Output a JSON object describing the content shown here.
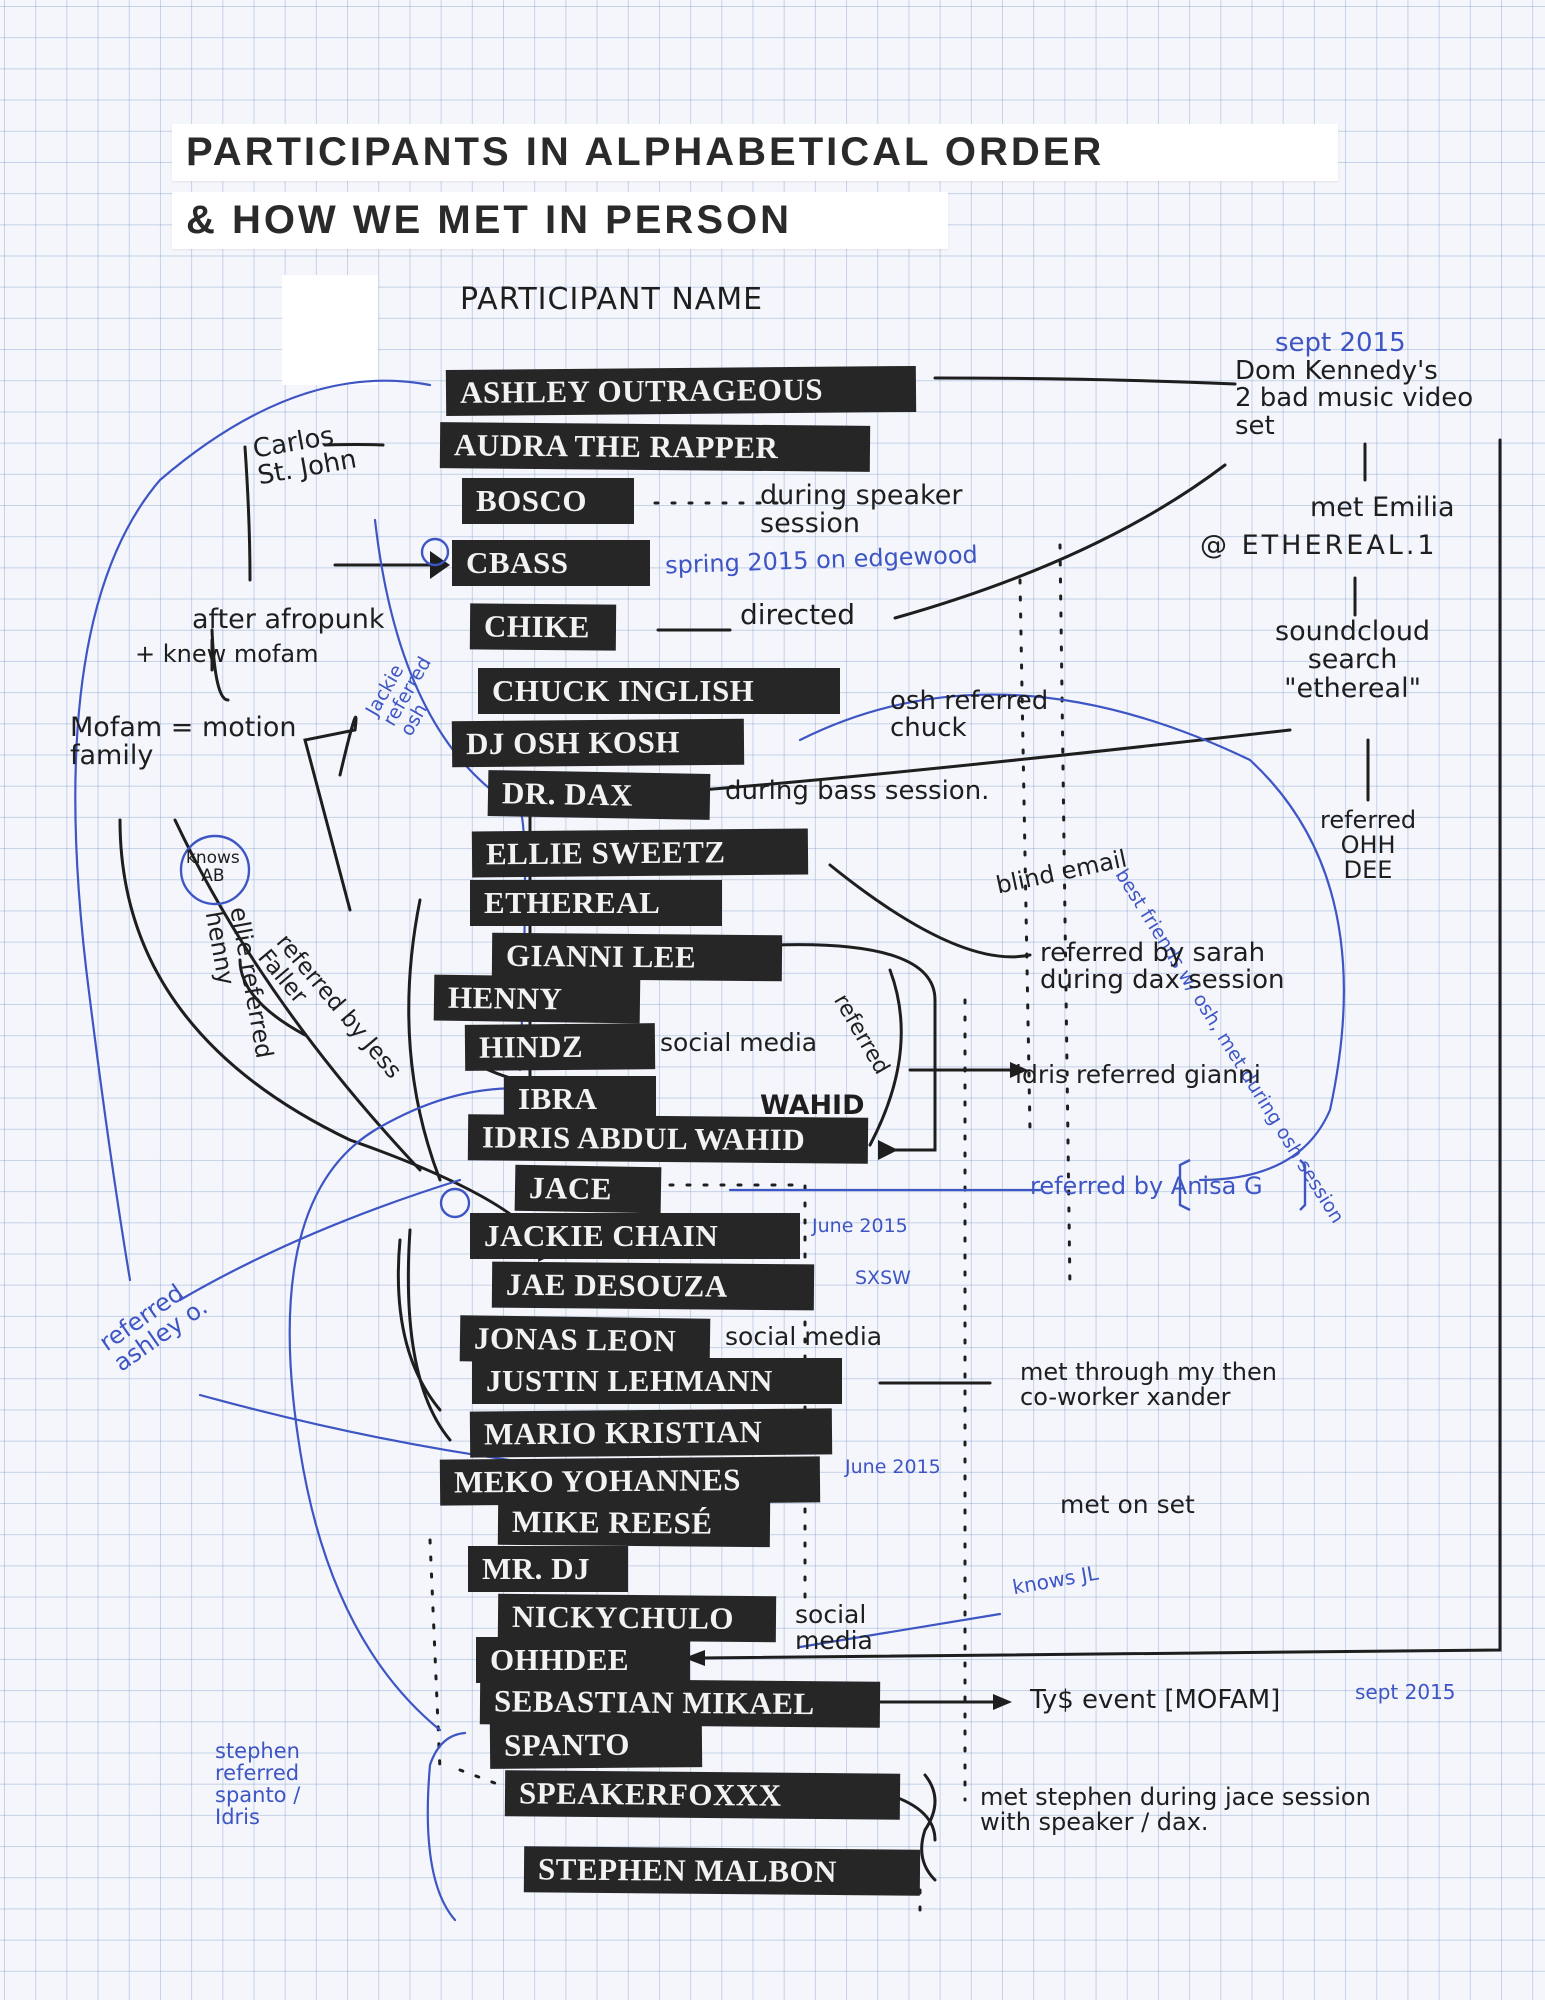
{
  "title": {
    "line1": "PARTICIPANTS IN ALPHABETICAL ORDER",
    "line2": "& HOW WE MET IN PERSON"
  },
  "column_header": "PARTICIPANT NAME",
  "participants": [
    "ASHLEY OUTRAGEOUS",
    "AUDRA THE RAPPER",
    "BOSCO",
    "CBASS",
    "CHIKE",
    "CHUCK INGLISH",
    "DJ OSH KOSH",
    "DR. DAX",
    "ELLIE SWEETZ",
    "ETHEREAL",
    "GIANNI LEE",
    "HENNY",
    "HINDZ",
    "IBRA",
    "IDRIS ABDUL WAHID",
    "JACE",
    "JACKIE CHAIN",
    "JAE DESOUZA",
    "JONAS LEON",
    "JUSTIN LEHMANN",
    "MARIO KRISTIAN",
    "MEKO YOHANNES",
    "MIKE REESÉ",
    "MR. DJ",
    "NICKYCHULO",
    "OHHDEE",
    "SEBASTIAN MIKAEL",
    "SPANTO",
    "SPEAKERFOXXX",
    "STEPHEN MALBON"
  ],
  "annotations": {
    "sept2015_top": "sept 2015",
    "dom_kennedy": "Dom Kennedy's\n2 bad music video\nset",
    "carlos": "Carlos\nSt. John",
    "during_speaker": "during speaker\nsession",
    "spring2015": "spring 2015 on edgewood",
    "met_emilia": "met Emilia",
    "at_ethereal": "@ ETHEREAL.1",
    "after_afropunk": "after afropunk",
    "knew_mofam": "+ knew mofam",
    "directed": "directed",
    "soundcloud": "soundcloud\nsearch\n\"ethereal\"",
    "jackie_referred": "Jackie\nreferred\nosh",
    "mofam": "Mofam = motion\nfamily",
    "osh_referred": "osh referred\nchuck",
    "best_friends": "best friends w/ osh, met during osh session",
    "during_bass": "during bass session.",
    "referred_ohh": "referred\nOHH\nDEE",
    "knows_ab": "knows\nAB",
    "blind_email": "blind email",
    "ellie_referred": "ellie referred\nhenny",
    "referred_jess": "referred by Jess\nFaller",
    "referred_by_sarah": "referred by sarah\nduring dax session",
    "referred": "referred",
    "social_media_hindz": "social media",
    "idris_referred": "idris referred gianni",
    "wahid": "WAHID",
    "referred_anisa": "referred by Anisa G",
    "june2015_a": "June 2015",
    "sxsw": "SXSW",
    "referred_ashley": "referred\nashley o.",
    "social_media_jonas": "social media",
    "met_through": "met through my then\nco-worker xander",
    "june2015_b": "June 2015",
    "met_on_set": "met on set",
    "knows_jl": "knows JL",
    "social_media_nicky": "social\nmedia",
    "tys_event": "Ty$ event [MOFAM]",
    "sept2015_b": "sept 2015",
    "stephen_referred": "stephen\nreferred\nspanto /\nIdris",
    "met_stephen": "met stephen during jace session\nwith speaker / dax."
  }
}
